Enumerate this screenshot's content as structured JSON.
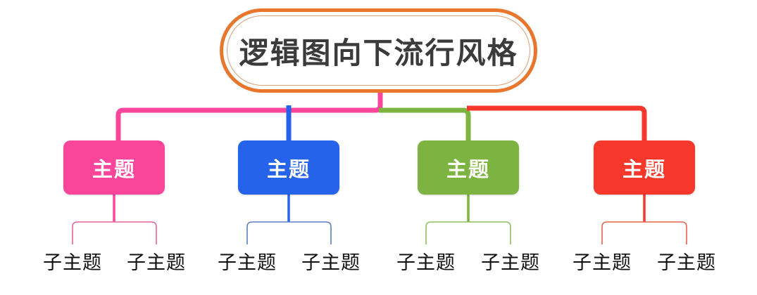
{
  "diagram": {
    "type": "mind-map",
    "direction": "top-down",
    "root": {
      "label": "逻辑图向下流行风格",
      "border_color": "#E8762C",
      "inner_border_color": "#D9A077",
      "text_color": "#3b3b3b",
      "fill": "#ffffff"
    },
    "branches": [
      {
        "label": "主题",
        "color": "#F9469B",
        "subtopics": [
          {
            "label": "子主题"
          },
          {
            "label": "子主题"
          }
        ]
      },
      {
        "label": "主题",
        "color": "#2563EB",
        "subtopics": [
          {
            "label": "子主题"
          },
          {
            "label": "子主题"
          }
        ]
      },
      {
        "label": "主题",
        "color": "#7DB441",
        "subtopics": [
          {
            "label": "子主题"
          },
          {
            "label": "子主题"
          }
        ]
      },
      {
        "label": "主题",
        "color": "#F5382B",
        "subtopics": [
          {
            "label": "子主题"
          },
          {
            "label": "子主题"
          }
        ]
      }
    ],
    "subtopic_text_color": "#111111",
    "background": "#ffffff"
  }
}
